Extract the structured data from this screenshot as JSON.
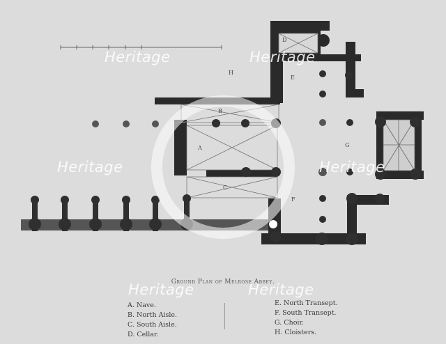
{
  "title": "Ground Plan of Melrose Abbey.",
  "watermark": "Heritage",
  "scale_bar": {
    "ticks": [
      "10",
      "20",
      "30",
      "40",
      "50",
      "100"
    ]
  },
  "plan_labels": {
    "A": "A",
    "B": "B",
    "C": "C",
    "D": "D",
    "E": "E",
    "F": "F",
    "G": "G",
    "H": "H"
  },
  "legend": {
    "left": [
      {
        "key": "A.",
        "label": "Nave."
      },
      {
        "key": "B.",
        "label": "North Aisle."
      },
      {
        "key": "C.",
        "label": "South Aisle."
      },
      {
        "key": "D.",
        "label": "Cellar."
      }
    ],
    "right": [
      {
        "key": "E.",
        "label": "North Transept."
      },
      {
        "key": "F.",
        "label": "South Transept."
      },
      {
        "key": "G.",
        "label": "Choir."
      },
      {
        "key": "H.",
        "label": "Cloisters."
      }
    ]
  },
  "colors": {
    "background": "#dcdcdc",
    "wall": "#2a2a2a",
    "line": "#7a7a7a"
  }
}
